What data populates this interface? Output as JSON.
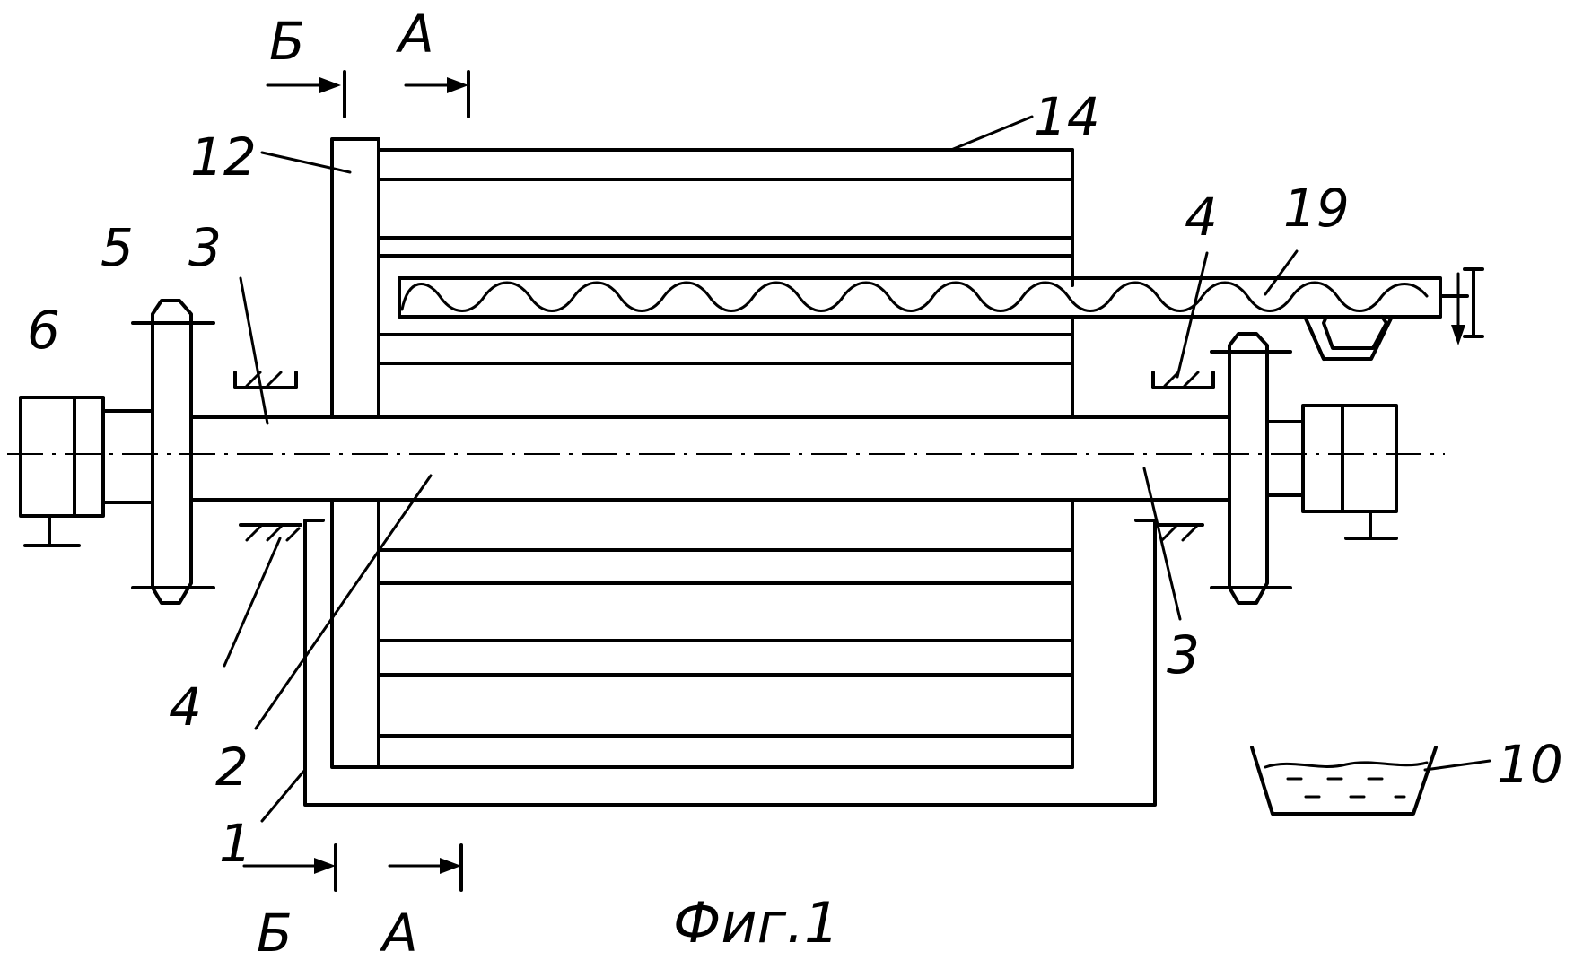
{
  "labels": {
    "n14": "14",
    "n12": "12",
    "n5": "5",
    "n3_left": "3",
    "n6": "6",
    "n4_right": "4",
    "n19": "19",
    "n4_left": "4",
    "n2": "2",
    "n1": "1",
    "n3_right": "3",
    "n10": "10"
  },
  "section_marks": {
    "b_top": "Б",
    "a_top": "А",
    "b_bottom": "Б",
    "a_bottom": "А"
  },
  "caption": "Фиг.1"
}
